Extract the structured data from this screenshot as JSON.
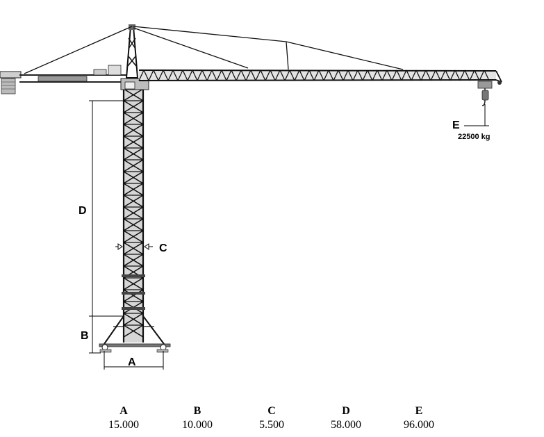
{
  "diagram": {
    "labels": {
      "A": "A",
      "B": "B",
      "C": "C",
      "D": "D",
      "E": "E"
    },
    "load": "22500 kg"
  },
  "dimensions": [
    {
      "key": "A",
      "value": "15.000"
    },
    {
      "key": "B",
      "value": "10.000"
    },
    {
      "key": "C",
      "value": "5.500"
    },
    {
      "key": "D",
      "value": "58.000"
    },
    {
      "key": "E",
      "value": "96.000"
    }
  ]
}
